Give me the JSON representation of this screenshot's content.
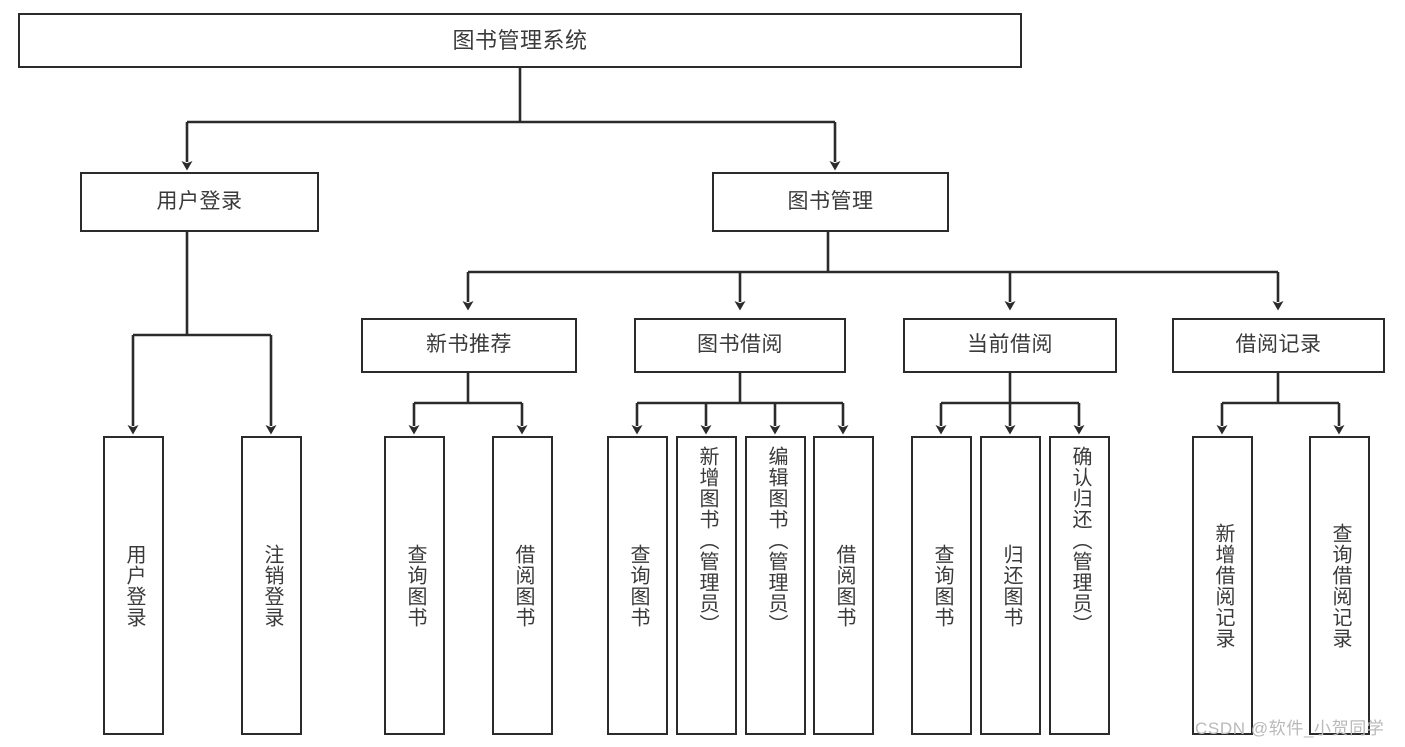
{
  "diagram": {
    "title": "图书管理系统",
    "type": "tree-hierarchy",
    "watermark": "CSDN @软件_小贺同学",
    "colors": {
      "box_border": "#2b2b2b",
      "box_fill": "#ffffff",
      "text": "#3a3a3a",
      "edge": "#2b2b2b",
      "background": "#ffffff",
      "watermark": "#b9b9b9"
    },
    "levels": {
      "root": {
        "label": "图书管理系统"
      },
      "level2": [
        {
          "id": "user-login",
          "label": "用户登录"
        },
        {
          "id": "book-management",
          "label": "图书管理"
        }
      ],
      "level3": [
        {
          "id": "new-book-recommend",
          "label": "新书推荐",
          "parent": "book-management"
        },
        {
          "id": "book-borrow",
          "label": "图书借阅",
          "parent": "book-management"
        },
        {
          "id": "current-borrow",
          "label": "当前借阅",
          "parent": "book-management"
        },
        {
          "id": "borrow-record",
          "label": "借阅记录",
          "parent": "book-management"
        }
      ],
      "leaves": {
        "user_login": [
          {
            "id": "leaf-user-login",
            "label": "用户登录"
          },
          {
            "id": "leaf-logout",
            "label": "注销登录"
          }
        ],
        "new_book_recommend": [
          {
            "id": "leaf-query-book-1",
            "label": "查询图书"
          },
          {
            "id": "leaf-borrow-book-1",
            "label": "借阅图书"
          }
        ],
        "book_borrow": [
          {
            "id": "leaf-query-book-2",
            "label": "查询图书"
          },
          {
            "id": "leaf-add-book",
            "label": "新增图书（管理员）"
          },
          {
            "id": "leaf-edit-book",
            "label": "编辑图书（管理员）"
          },
          {
            "id": "leaf-borrow-book-2",
            "label": "借阅图书"
          }
        ],
        "current_borrow": [
          {
            "id": "leaf-query-book-3",
            "label": "查询图书"
          },
          {
            "id": "leaf-return-book",
            "label": "归还图书"
          },
          {
            "id": "leaf-confirm-return",
            "label": "确认归还（管理员）"
          }
        ],
        "borrow_record": [
          {
            "id": "leaf-add-record",
            "label": "新增借阅记录"
          },
          {
            "id": "leaf-query-record",
            "label": "查询借阅记录"
          }
        ]
      }
    }
  }
}
